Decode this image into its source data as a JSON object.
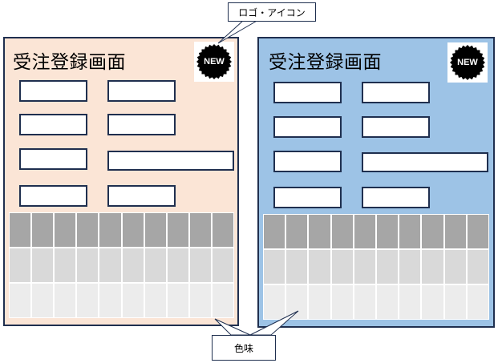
{
  "callouts": {
    "logo_icon": "ロゴ・アイコン",
    "color": "色味"
  },
  "screens": [
    {
      "title": "受注登録画面",
      "badge": "NEW",
      "background": "#fbe5d6"
    },
    {
      "title": "受注登録画面",
      "badge": "NEW",
      "background": "#9dc3e6"
    }
  ],
  "colors": {
    "border": "#1f2f4f",
    "badge_fill": "#000000",
    "grid_header": "#a6a6a6",
    "grid_row_a": "#d9d9d9",
    "grid_row_b": "#ececec"
  },
  "icons": [
    "new-badge-icon"
  ]
}
